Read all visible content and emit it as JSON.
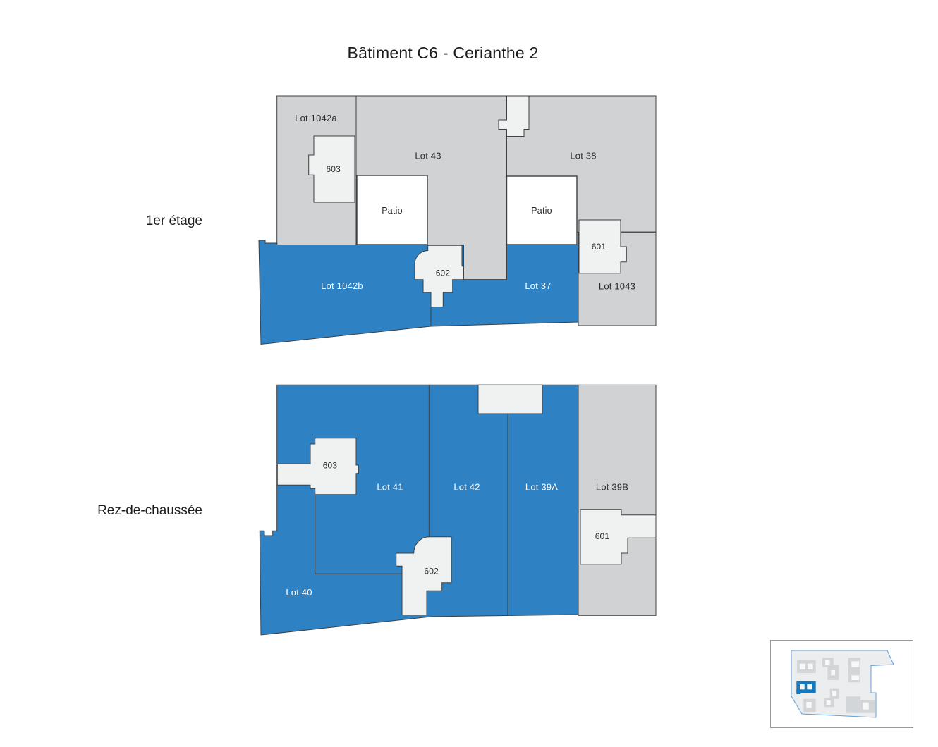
{
  "title": "Bâtiment C6 - Cerianthe 2",
  "palette": {
    "lot_blue": "#2E82C3",
    "lot_gray": "#D0D2D4",
    "room_light": "#F0F1F1",
    "patio_white": "#FFFFFF",
    "outline": "#3C4043",
    "text_dark": "#2B2B2B",
    "text_light": "#FFFFFF",
    "minimap_site": "#EBEDEE",
    "minimap_building": "#D3D6D8",
    "minimap_hole": "#F7F8F8",
    "minimap_stroke": "#64A0D8",
    "minimap_highlight": "#1579BE"
  },
  "floors": [
    {
      "name": "1er étage",
      "lots": {
        "lot1042a": "Lot 1042a",
        "lot43": "Lot 43",
        "lot38": "Lot 38",
        "lot1042b": "Lot 1042b",
        "lot37": "Lot 37",
        "lot1043": "Lot 1043"
      },
      "rooms": {
        "r603": "603",
        "r602": "602",
        "r601": "601"
      },
      "patios": [
        "Patio",
        "Patio"
      ]
    },
    {
      "name": "Rez-de-chaussée",
      "lots": {
        "lot41": "Lot 41",
        "lot42": "Lot 42",
        "lot39a": "Lot 39A",
        "lot39b": "Lot 39B",
        "lot40": "Lot 40"
      },
      "rooms": {
        "r603": "603",
        "r602": "602",
        "r601": "601"
      }
    }
  ]
}
